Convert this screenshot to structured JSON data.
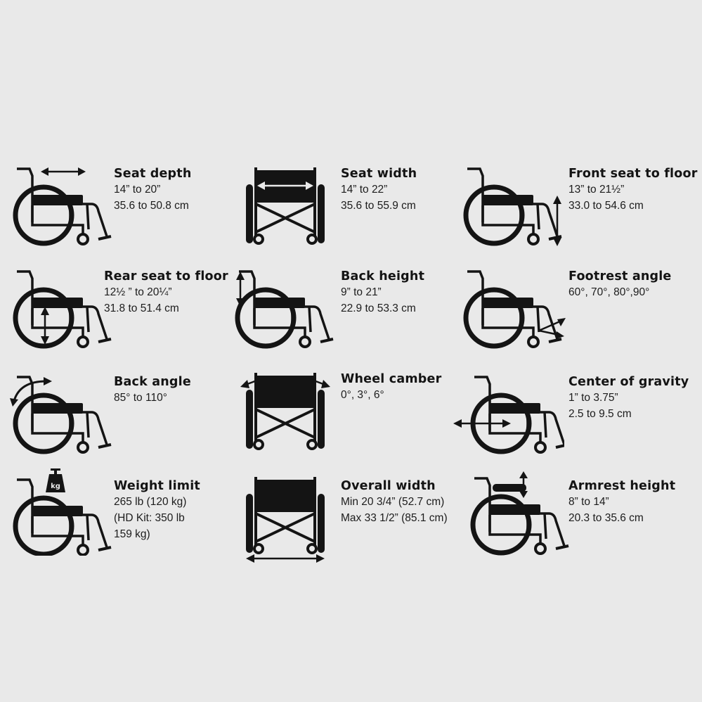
{
  "colors": {
    "background": "#e9e9e9",
    "ink": "#141414"
  },
  "specs": [
    {
      "icon": "seat-depth-icon",
      "title": "Seat depth",
      "lines": [
        "14” to 20”",
        "35.6 to 50.8 cm"
      ]
    },
    {
      "icon": "seat-width-icon",
      "title": "Seat width",
      "lines": [
        "14” to 22”",
        "35.6 to 55.9 cm"
      ]
    },
    {
      "icon": "front-seat-to-floor-icon",
      "title": "Front seat to floor",
      "lines": [
        "13” to 21½”",
        "33.0 to 54.6 cm"
      ]
    },
    {
      "icon": "rear-seat-to-floor-icon",
      "title": "Rear seat to floor",
      "lines": [
        "12½ ” to 20¼”",
        "31.8 to 51.4 cm"
      ]
    },
    {
      "icon": "back-height-icon",
      "title": "Back height",
      "lines": [
        "9” to 21”",
        "22.9 to 53.3 cm"
      ]
    },
    {
      "icon": "footrest-angle-icon",
      "title": "Footrest angle",
      "lines": [
        "60°, 70°, 80°,90°"
      ]
    },
    {
      "icon": "back-angle-icon",
      "title": "Back angle",
      "lines": [
        "85° to 110°"
      ]
    },
    {
      "icon": "wheel-camber-icon",
      "title": "Wheel camber",
      "lines": [
        "0°, 3°, 6°"
      ]
    },
    {
      "icon": "center-of-gravity-icon",
      "title": "Center of gravity",
      "lines": [
        "1” to 3.75”",
        "2.5 to 9.5 cm"
      ]
    },
    {
      "icon": "weight-limit-icon",
      "title": "Weight limit",
      "lines": [
        "265 lb (120 kg)",
        "(HD Kit: 350 lb",
        "159 kg)"
      ],
      "badge": "kg"
    },
    {
      "icon": "overall-width-icon",
      "title": "Overall width",
      "lines": [
        "Min 20 3/4” (52.7 cm)",
        "Max 33 1/2” (85.1 cm)"
      ]
    },
    {
      "icon": "armrest-height-icon",
      "title": "Armrest height",
      "lines": [
        "8” to 14”",
        "20.3 to 35.6 cm"
      ]
    }
  ]
}
